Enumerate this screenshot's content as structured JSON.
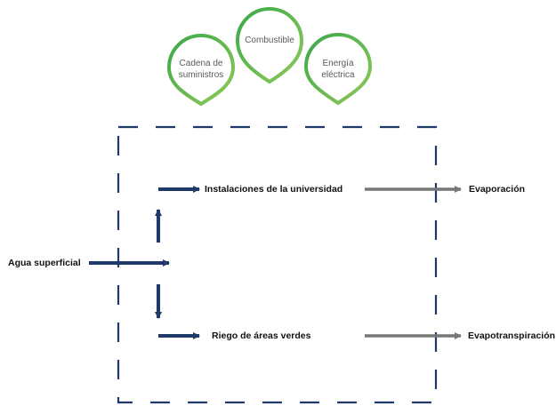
{
  "inputs": {
    "supply_chain": "Cadena de suministros",
    "fuel": "Combustible",
    "electricity": "Energía eléctrica"
  },
  "source": "Agua superficial",
  "uses": {
    "university": "Instalaciones de la universidad",
    "irrigation": "Riego de áreas verdes"
  },
  "outputs": {
    "evaporation": "Evaporación",
    "evapotranspiration": "Evapotranspiración"
  },
  "colors": {
    "internal_arrow": "#1f3a68",
    "output_arrow": "#777777",
    "boundary": "#1f3a68",
    "pin_dark": "#3aa84a",
    "pin_light": "#8fc95a"
  }
}
